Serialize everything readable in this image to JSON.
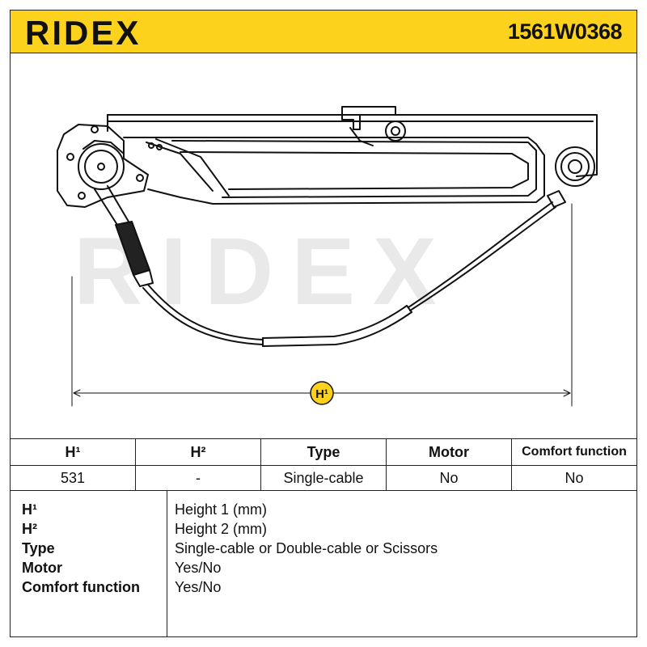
{
  "header": {
    "brand": "RIDEX",
    "part_number": "1561W0368",
    "background_color": "#fcd21c"
  },
  "drawing": {
    "watermark": "RIDEX",
    "dimension_marker": "H¹"
  },
  "spec_table": {
    "headers": [
      "H¹",
      "H²",
      "Type",
      "Motor",
      "Comfort function"
    ],
    "values": [
      "531",
      "-",
      "Single-cable",
      "No",
      "No"
    ]
  },
  "legend": [
    {
      "key": "H¹",
      "value": "Height 1 (mm)"
    },
    {
      "key": "H²",
      "value": "Height 2 (mm)"
    },
    {
      "key": "Type",
      "value": "Single-cable or Double-cable or Scissors"
    },
    {
      "key": "Motor",
      "value": "Yes/No"
    },
    {
      "key": "Comfort function",
      "value": "Yes/No"
    }
  ]
}
